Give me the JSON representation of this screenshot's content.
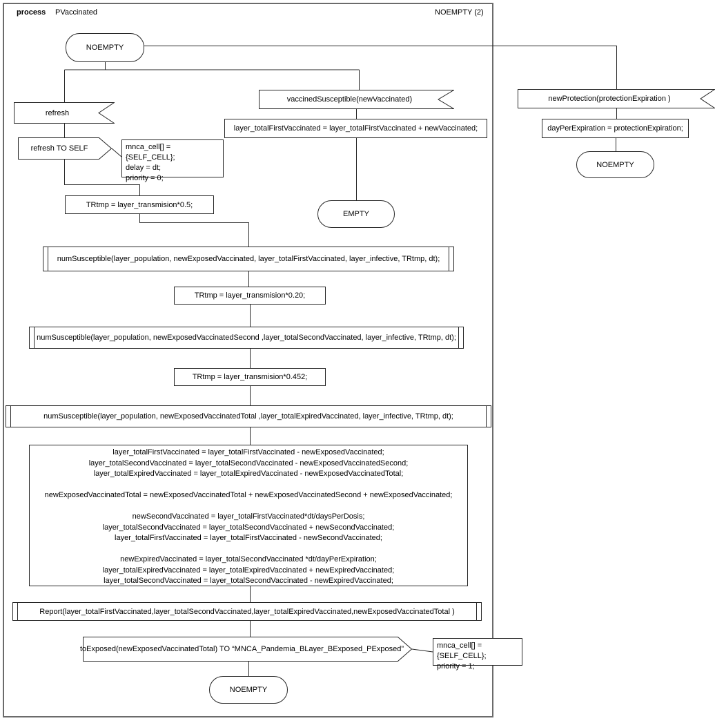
{
  "header": {
    "kind_label": "process",
    "process_name": "PVaccinated",
    "state_ref": "NOEMPTY (2)"
  },
  "states": {
    "top": "NOEMPTY",
    "empty": "EMPTY",
    "right": "NOEMPTY",
    "bottom": "NOEMPTY"
  },
  "receives": {
    "refresh": "refresh",
    "vaccined": "vaccinedSusceptible(newVaccinated)",
    "new_protection": "newProtection(protectionExpiration )"
  },
  "sends": {
    "refresh_to_self": "refresh TO SELF",
    "to_exposed": "toExposed(newExposedVaccinatedTotal) TO “MNCA_Pandemia_BLayer_BExposed_PExposed”"
  },
  "assignments": {
    "vaccined": "layer_totalFirstVaccinated = layer_totalFirstVaccinated + newVaccinated;",
    "new_protection": "dayPerExpiration = protectionExpiration;",
    "trtmp1": "TRtmp  = layer_transmision*0.5;",
    "trtmp2": "TRtmp = layer_transmision*0.20;",
    "trtmp3": "TRtmp = layer_transmision*0.452;",
    "big_block_lines": [
      "layer_totalFirstVaccinated = layer_totalFirstVaccinated - newExposedVaccinated;",
      "layer_totalSecondVaccinated = layer_totalSecondVaccinated - newExposedVaccinatedSecond;",
      "layer_totalExpiredVaccinated = layer_totalExpiredVaccinated - newExposedVaccinatedTotal;",
      "",
      "newExposedVaccinatedTotal = newExposedVaccinatedTotal + newExposedVaccinatedSecond  + newExposedVaccinated;",
      "",
      "newSecondVaccinated = layer_totalFirstVaccinated*dt/daysPerDosis;",
      "layer_totalSecondVaccinated = layer_totalSecondVaccinated + newSecondVaccinated;",
      "layer_totalFirstVaccinated = layer_totalFirstVaccinated - newSecondVaccinated;",
      "",
      "newExpiredVaccinated = layer_totalSecondVaccinated *dt/dayPerExpiration;",
      "layer_totalExpiredVaccinated = layer_totalExpiredVaccinated + newExpiredVaccinated;",
      "layer_totalSecondVaccinated = layer_totalSecondVaccinated - newExpiredVaccinated;"
    ]
  },
  "subprocesses": {
    "num_susceptible_1": "numSusceptible(layer_population, newExposedVaccinated, layer_totalFirstVaccinated, layer_infective, TRtmp, dt);",
    "num_susceptible_2": "numSusceptible(layer_population, newExposedVaccinatedSecond ,layer_totalSecondVaccinated, layer_infective, TRtmp, dt);",
    "num_susceptible_3": "numSusceptible(layer_population, newExposedVaccinatedTotal ,layer_totalExpiredVaccinated, layer_infective, TRtmp, dt);",
    "report": "Report(layer_totalFirstVaccinated,layer_totalSecondVaccinated,layer_totalExpiredVaccinated,newExposedVaccinatedTotal )"
  },
  "notes": {
    "refresh_lines": [
      "mnca_cell[] = {SELF_CELL};",
      "delay = dt;",
      "priority = 0;"
    ],
    "to_exposed_lines": [
      "mnca_cell[] = {SELF_CELL};",
      "priority = 1;"
    ]
  },
  "colors": {
    "shape_stroke": "#262626",
    "frame_stroke": "#6b6b6b",
    "background": "#ffffff"
  }
}
